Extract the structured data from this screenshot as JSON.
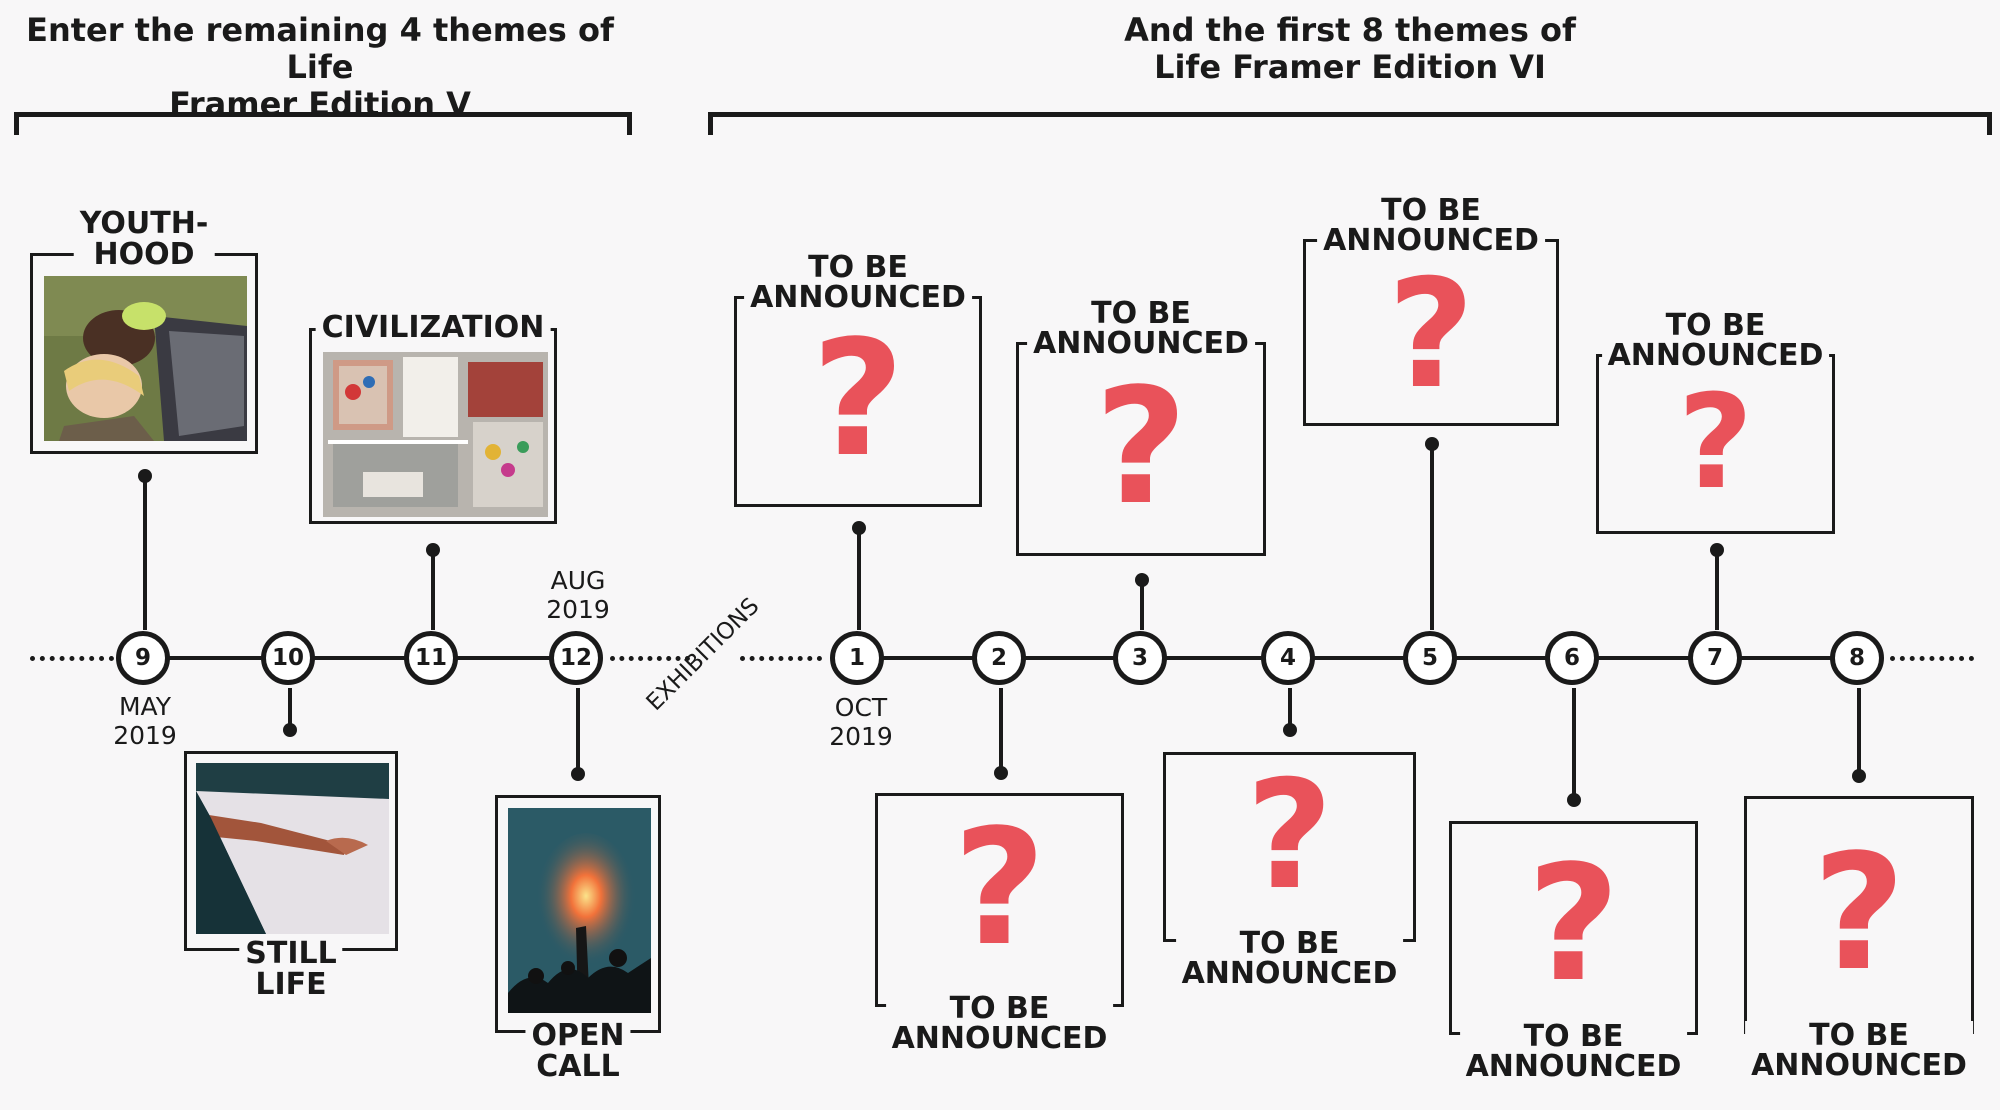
{
  "headings": {
    "left": [
      "Enter the remaining 4 themes of Life",
      "Framer Edition V"
    ],
    "right": [
      "And the first 8 themes of",
      "Life Framer Edition VI"
    ]
  },
  "nodes": [
    "9",
    "10",
    "11",
    "12",
    "1",
    "2",
    "3",
    "4",
    "5",
    "6",
    "7",
    "8"
  ],
  "dates": {
    "may": [
      "MAY",
      "2019"
    ],
    "aug": [
      "AUG",
      "2019"
    ],
    "oct": [
      "OCT",
      "2019"
    ]
  },
  "exhibitions_label": "EXHIBITIONS",
  "themes_edition_v": [
    {
      "name_lines": [
        "YOUTH-",
        "HOOD"
      ]
    },
    {
      "name_lines": [
        "STILL",
        "LIFE"
      ]
    },
    {
      "name_lines": [
        "CIVILIZATION"
      ]
    },
    {
      "name_lines": [
        "OPEN",
        "CALL"
      ]
    }
  ],
  "tba_label": [
    "TO BE",
    "ANNOUNCED"
  ],
  "question_mark": "?",
  "colors": {
    "accent": "#e9525a",
    "line": "#1a1a1a",
    "background": "#f8f7f8"
  }
}
